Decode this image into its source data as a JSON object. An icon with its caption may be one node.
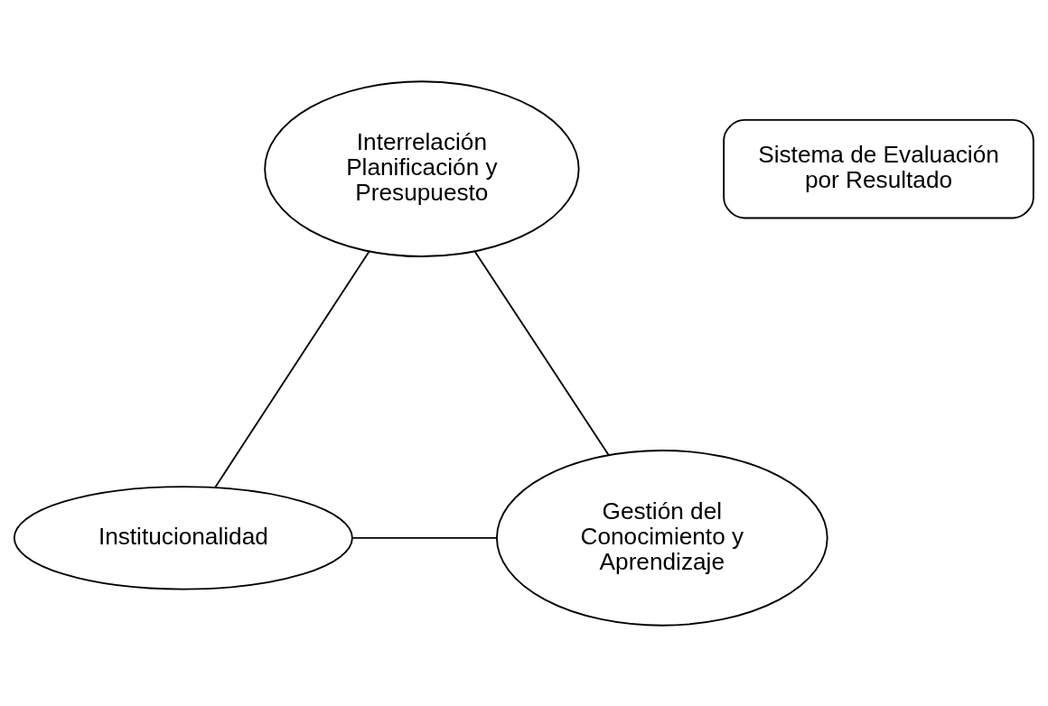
{
  "diagram": {
    "nodes": [
      {
        "text": [
          "Interrelación Planificación y Presupuesto"
        ]
      },
      {
        "text": [
          "Sistema de Evaluación por Resultado"
        ]
      },
      {
        "text": [
          "Institucionalidad"
        ]
      },
      {
        "text": [
          "Gestión del Conocimiento y Aprendizaje"
        ]
      }
    ],
    "edges": [
      {
        "from": 0,
        "to": 2,
        "arrow": "none"
      },
      {
        "from": 0,
        "to": 3,
        "arrow": "none"
      },
      {
        "from": 2,
        "to": 3,
        "arrow": "none"
      }
    ]
  }
}
